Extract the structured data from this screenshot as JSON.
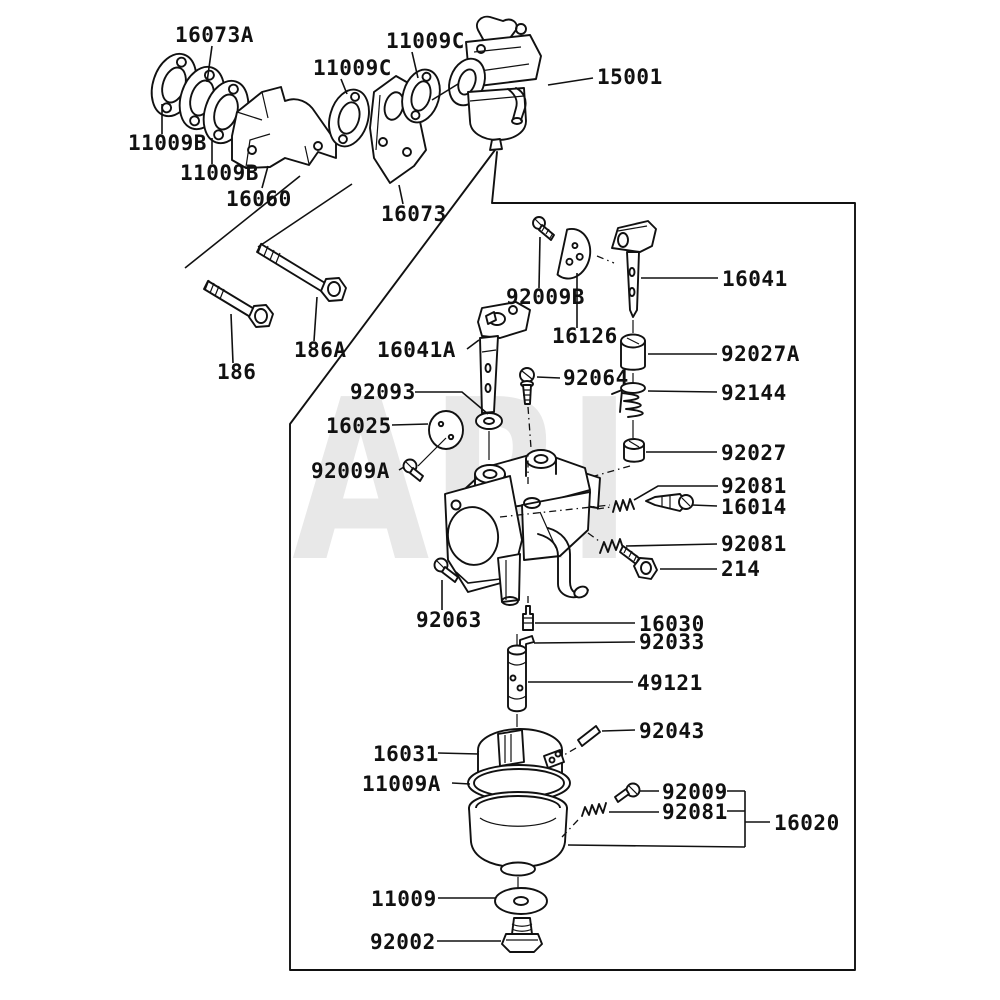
{
  "diagram": {
    "type": "exploded-parts-diagram",
    "subject": "carburetor assembly",
    "watermark": "ARI",
    "colors": {
      "background": "#ffffff",
      "line": "#111111",
      "watermark": "#e8e8e8"
    },
    "labels": {
      "l16073A": "16073A",
      "l11009C_left": "11009C",
      "l11009C_right": "11009C",
      "l15001": "15001",
      "l11009B_1": "11009B",
      "l11009B_2": "11009B",
      "l16060": "16060",
      "l16073": "16073",
      "l186A": "186A",
      "l186": "186",
      "l92009B": "92009B",
      "l16126": "16126",
      "l16041": "16041",
      "l16041A": "16041A",
      "l92093": "92093",
      "l16025": "16025",
      "l92009A": "92009A",
      "l92064": "92064",
      "l92027A": "92027A",
      "l92144": "92144",
      "l92027": "92027",
      "l92081_top": "92081",
      "l16014": "16014",
      "l92081_mid": "92081",
      "l214": "214",
      "l92063": "92063",
      "l16030": "16030",
      "l92033": "92033",
      "l49121": "49121",
      "l92043": "92043",
      "l16031": "16031",
      "l11009A": "11009A",
      "l92009": "92009",
      "l92081_bowl": "92081",
      "l16020": "16020",
      "l11009": "11009",
      "l92002": "92002"
    }
  }
}
